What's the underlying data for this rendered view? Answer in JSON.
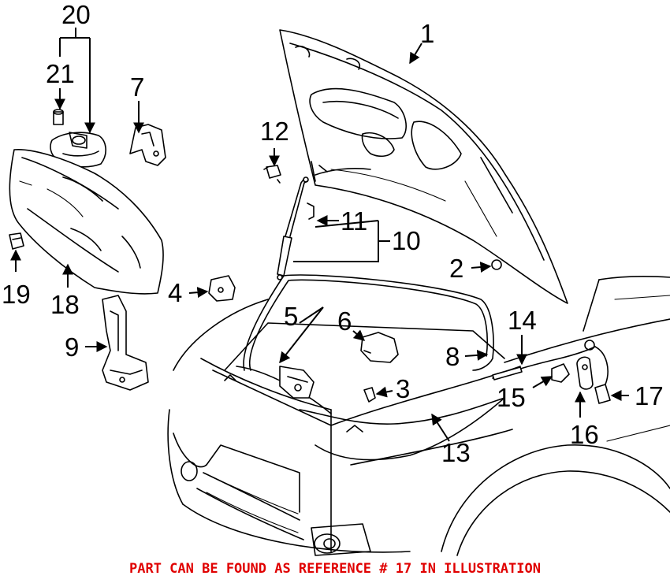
{
  "callouts": {
    "c1": "1",
    "c2": "2",
    "c3": "3",
    "c4": "4",
    "c5": "5",
    "c6": "6",
    "c7": "7",
    "c8": "8",
    "c9": "9",
    "c10": "10",
    "c11": "11",
    "c12": "12",
    "c13": "13",
    "c14": "14",
    "c15": "15",
    "c16": "16",
    "c17": "17",
    "c18": "18",
    "c19": "19",
    "c20": "20",
    "c21": "21"
  },
  "footer": {
    "note": "PART CAN BE FOUND AS REFERENCE # 17 IN ILLUSTRATION"
  },
  "colors": {
    "note_color": "#e00000",
    "line_color": "#000000"
  }
}
